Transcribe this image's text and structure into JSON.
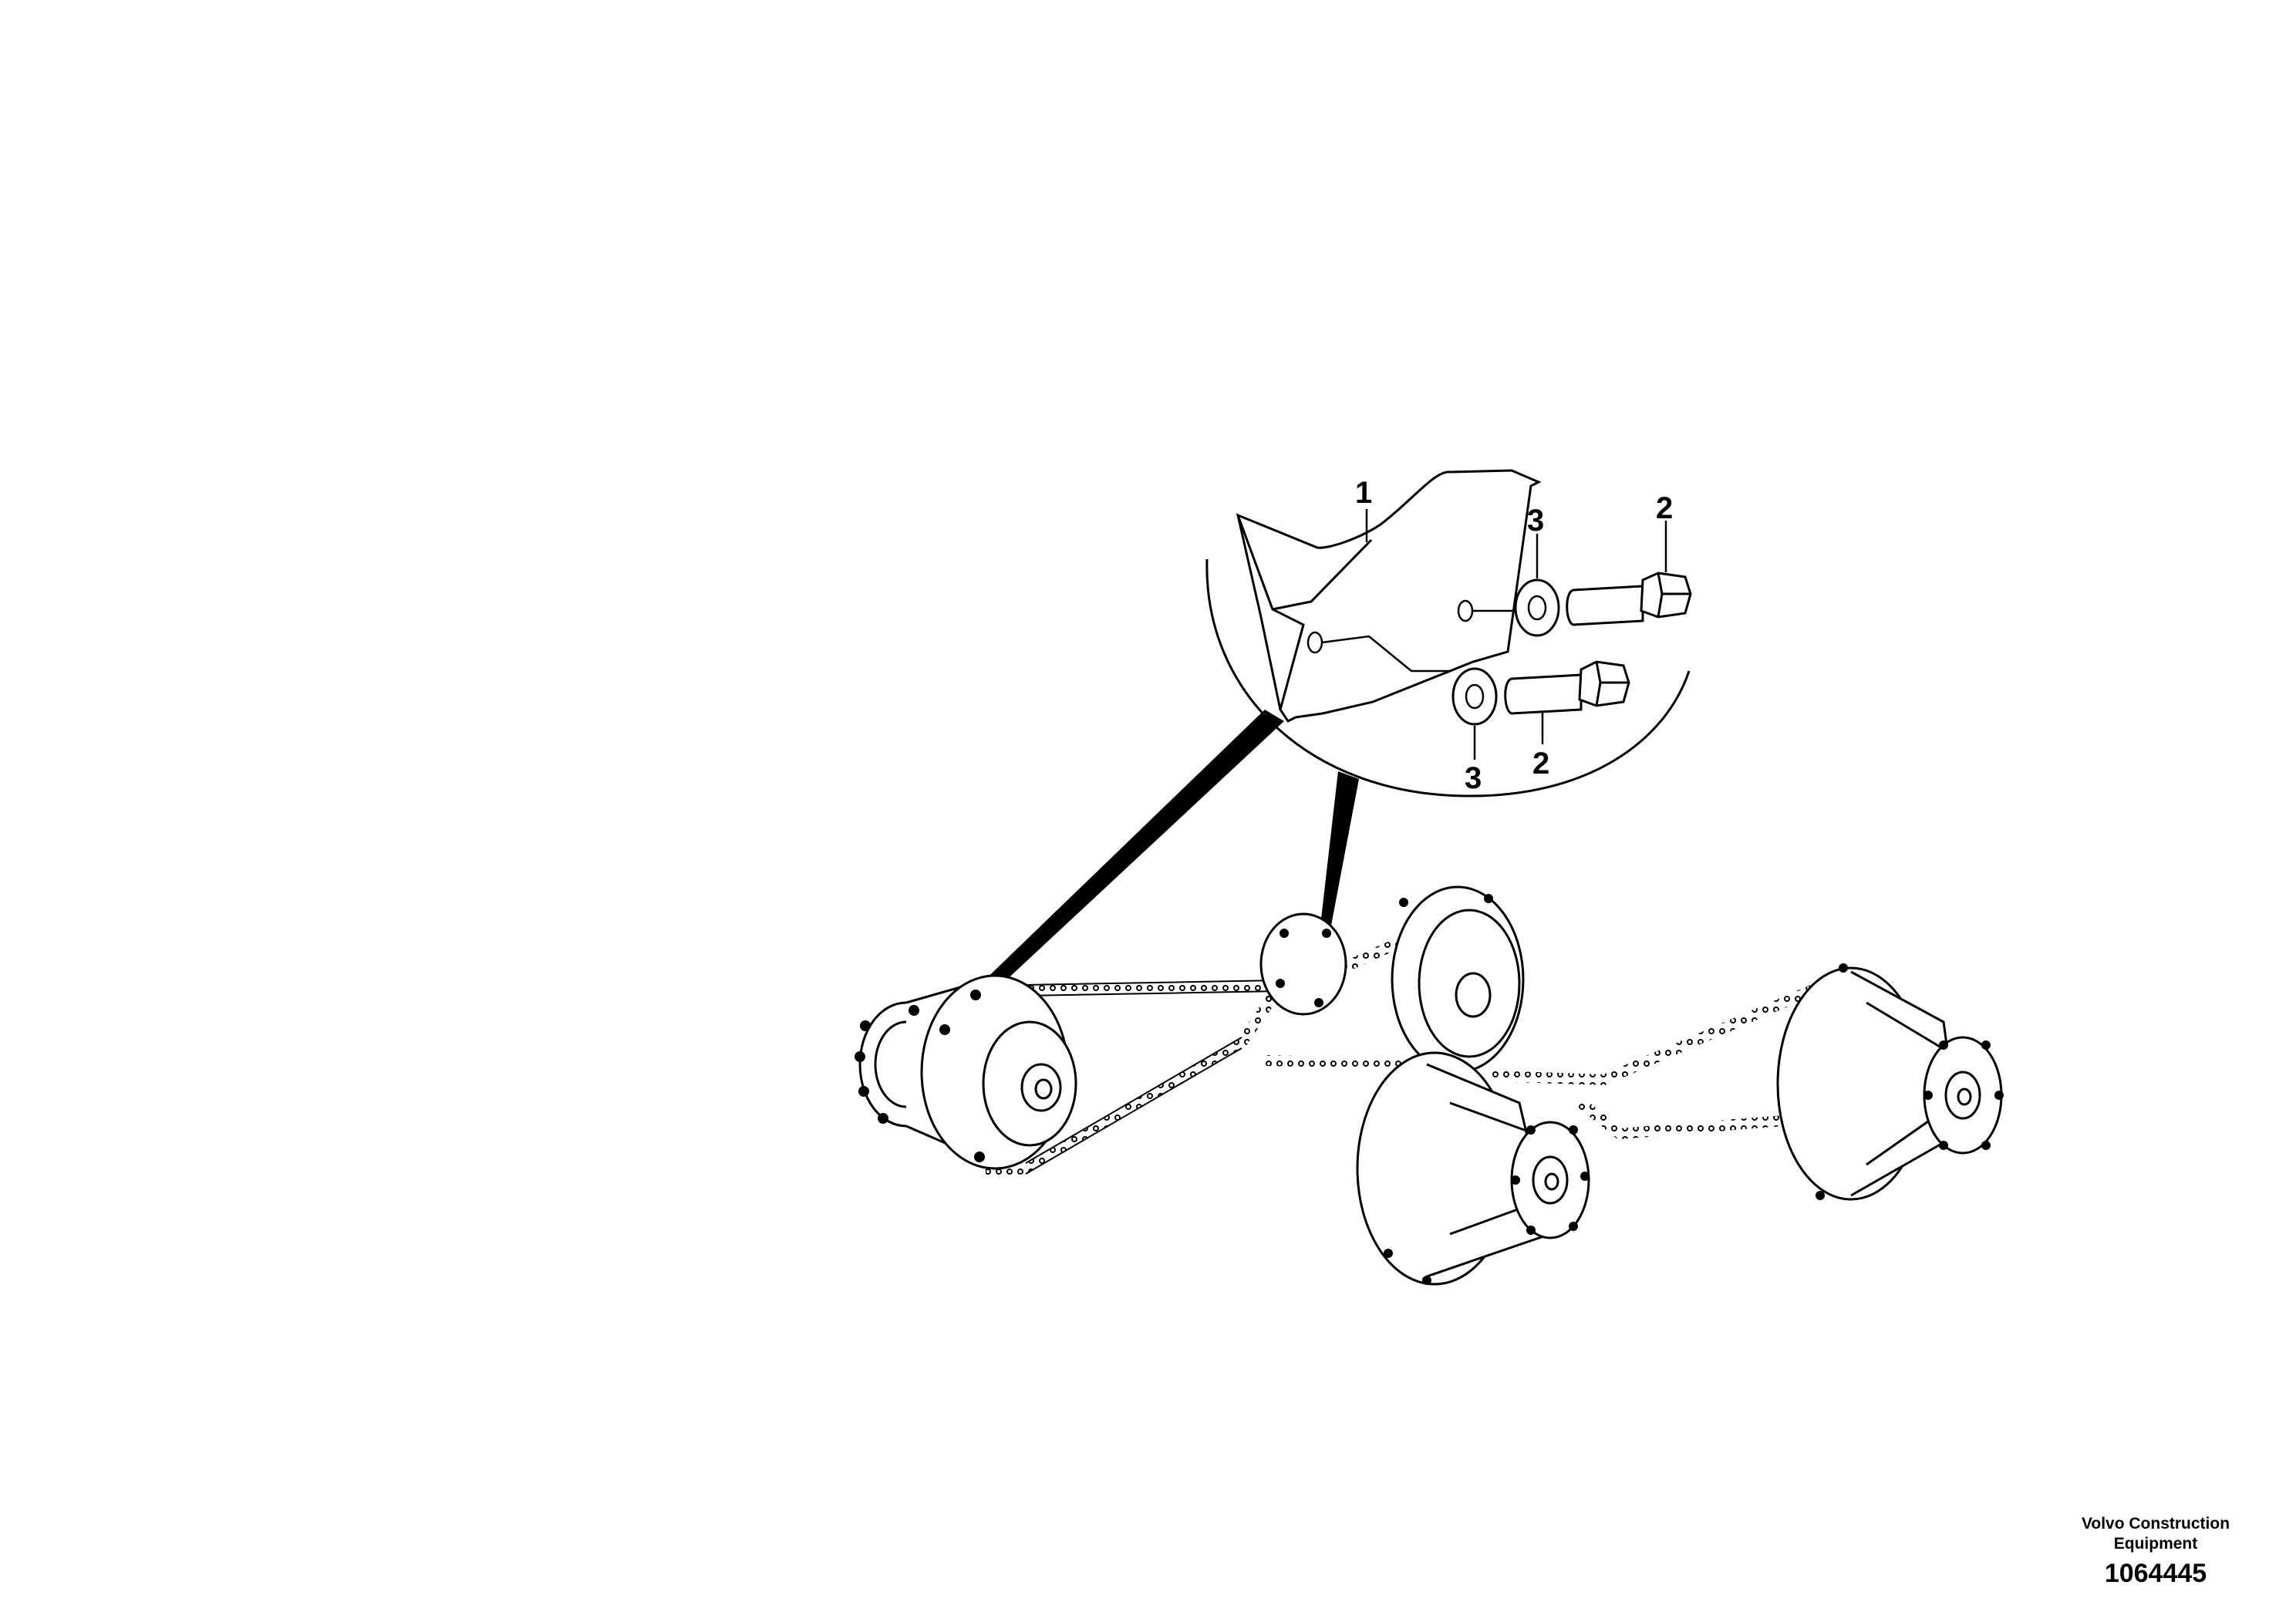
{
  "diagram": {
    "callouts": {
      "part_1": "1",
      "part_2_upper": "2",
      "part_2_lower": "2",
      "part_3_upper": "3",
      "part_3_lower": "3"
    }
  },
  "footer": {
    "brand_line1": "Volvo Construction",
    "brand_line2": "Equipment",
    "figure_number": "1064445"
  }
}
